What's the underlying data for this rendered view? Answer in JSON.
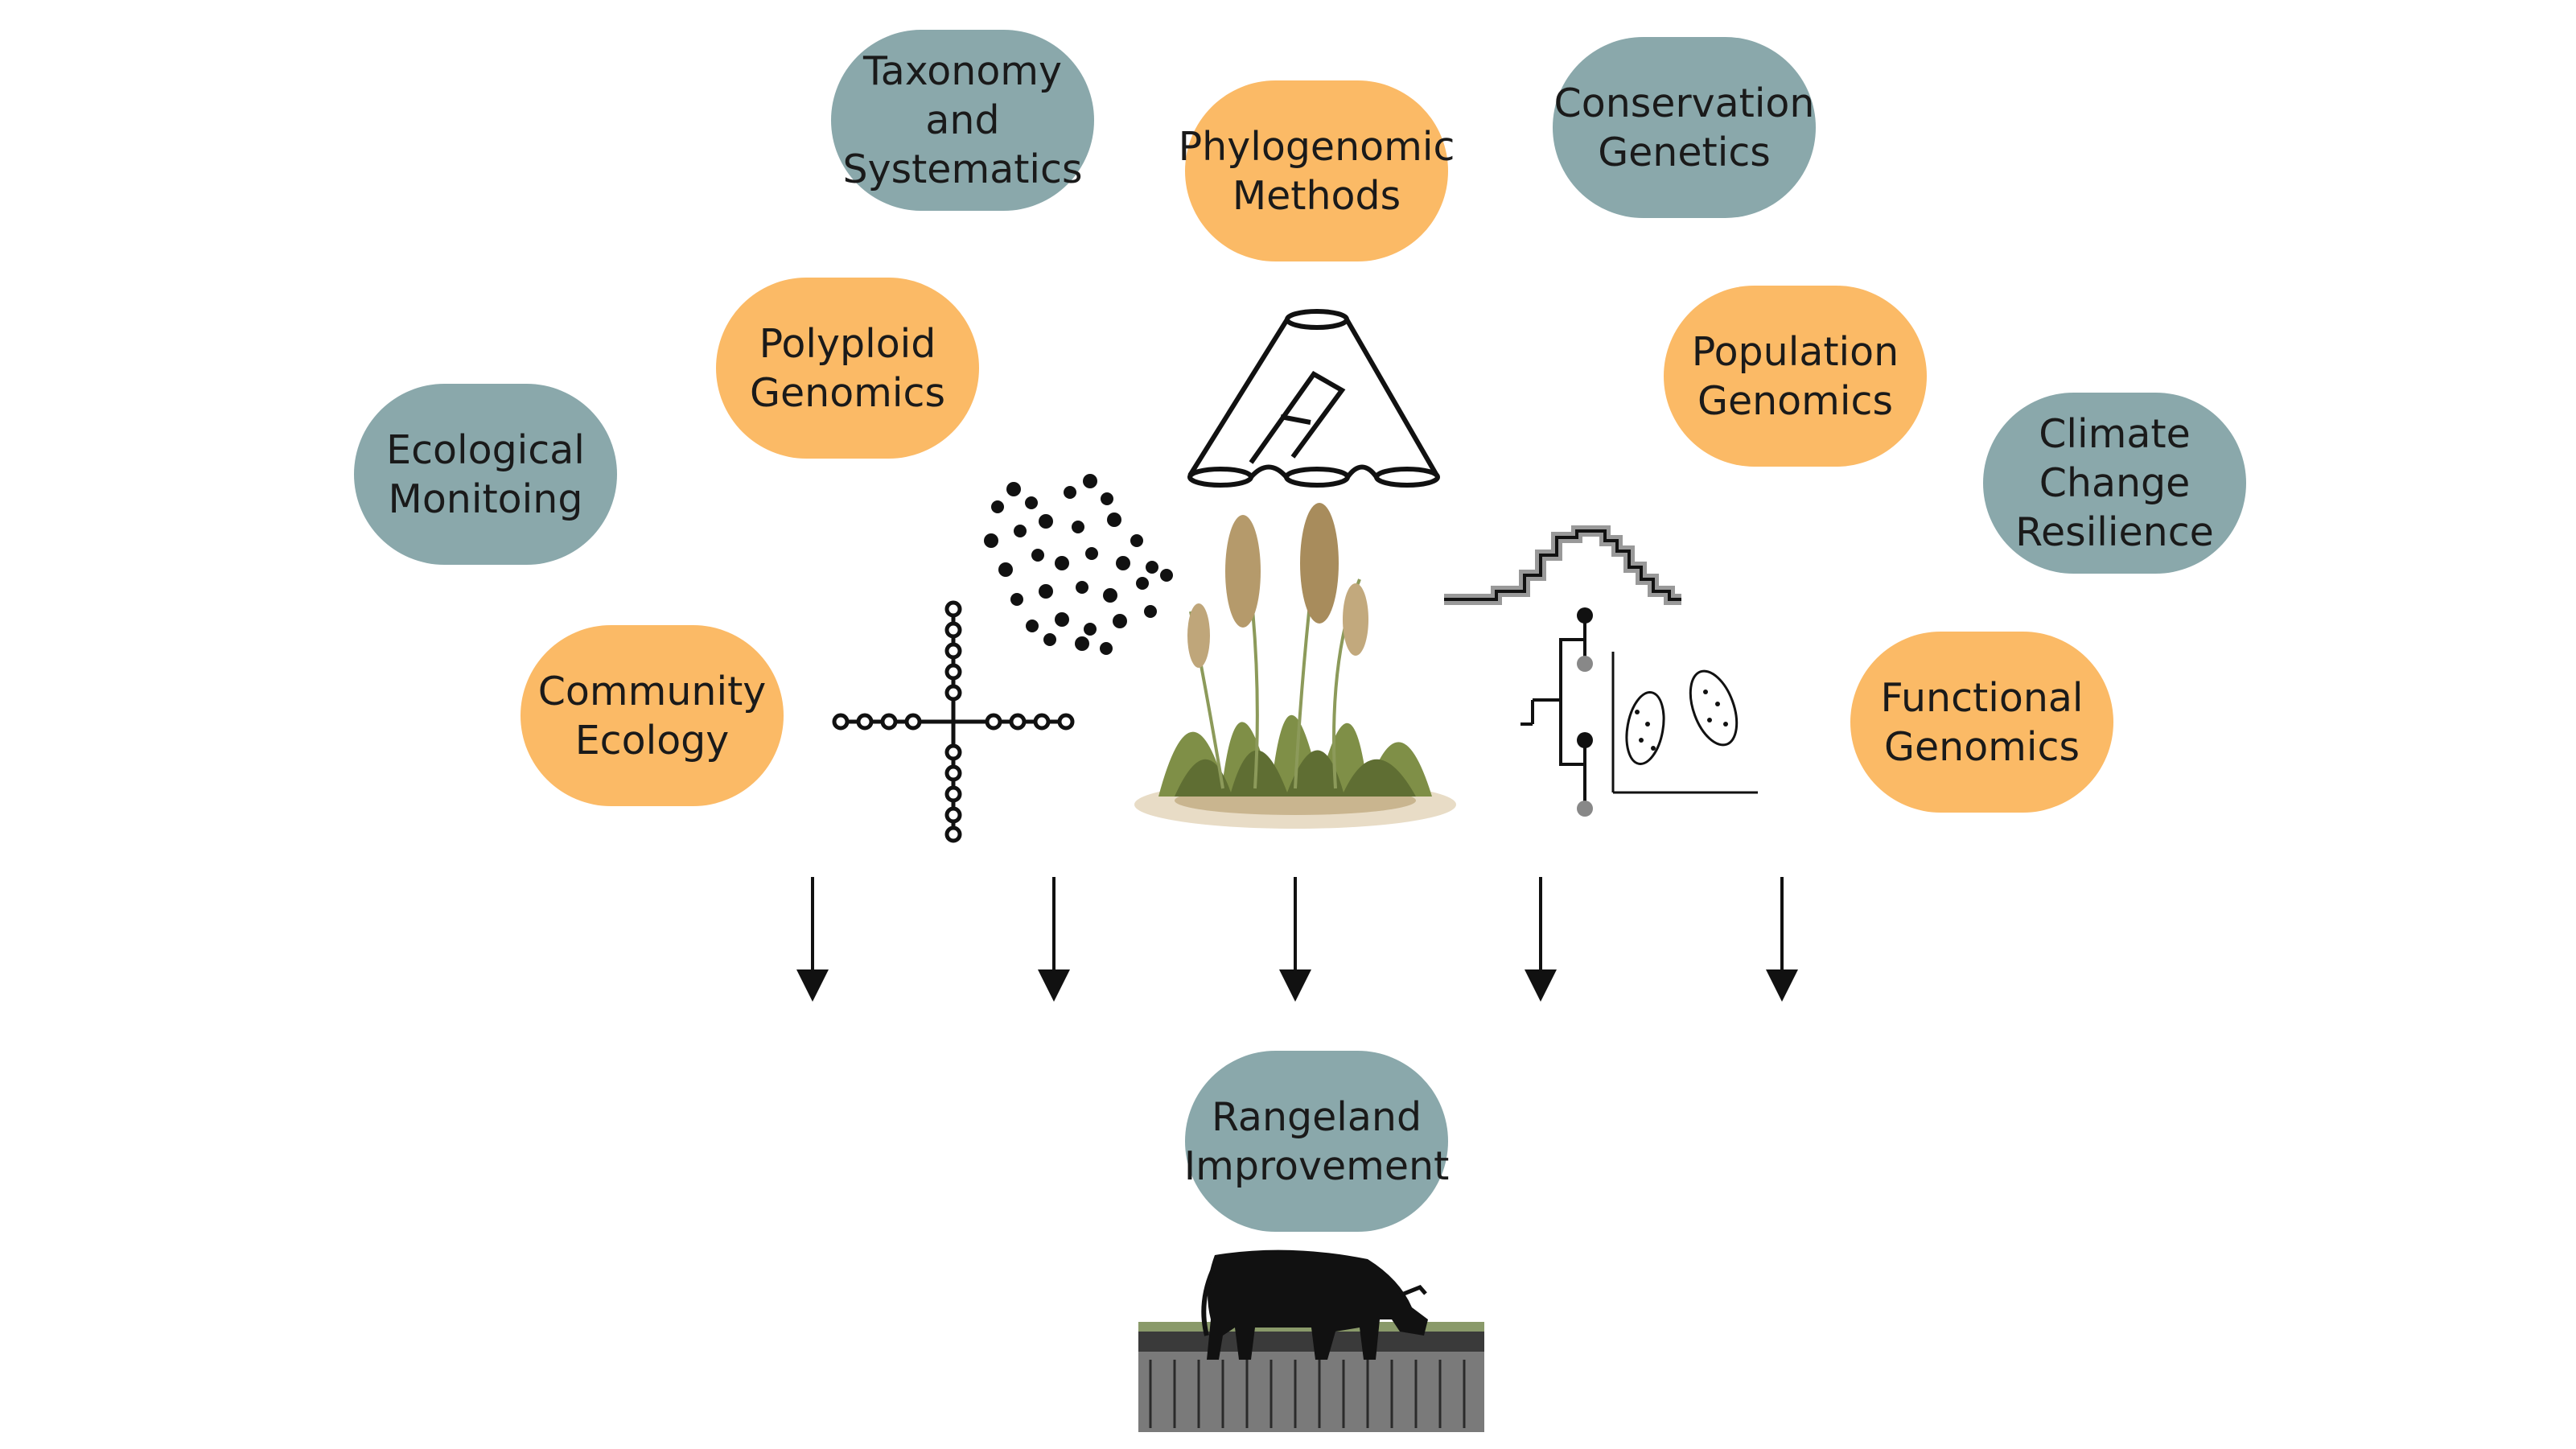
{
  "colors": {
    "teal": "#8aa8ab",
    "orange": "#fbba66",
    "ink": "#1a1a1a"
  },
  "topics": {
    "taxonomy": "Taxonomy and\nSystematics",
    "phylogenomic": "Phylogenomic\nMethods",
    "conservation": "Conservation\nGenetics",
    "polyploid": "Polyploid\nGenomics",
    "population": "Population\nGenomics",
    "ecological": "Ecological\nMonitoing",
    "climate": "Climate\nChange\nResilience",
    "community": "Community\nEcology",
    "functional": "Functional\nGenomics"
  },
  "outcome": {
    "rangeland": "Rangeland\nImprovement"
  },
  "icons": [
    "phylogenetic-network-icon",
    "dot-scatter-icon",
    "cross-network-icon",
    "grass-plant-illustration",
    "demographic-history-icon",
    "tree-pca-icon",
    "grazing-cow-icon"
  ]
}
